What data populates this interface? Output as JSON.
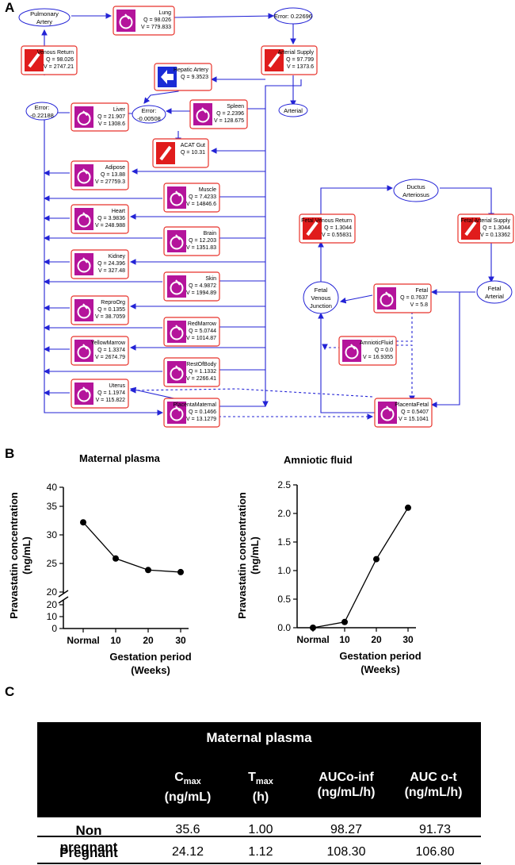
{
  "panels": {
    "a": "A",
    "b": "B",
    "c": "C"
  },
  "diagram": {
    "pulmonary_artery": "Pulmonary\nArtery",
    "lung": {
      "name": "Lung",
      "q": "Q = 98.026",
      "v": "V = 779.833"
    },
    "error_top": "Error: 0.22696",
    "venous_return": {
      "name": "Venous Return",
      "q": "Q = 98.026",
      "v": "V = 2747.21"
    },
    "arterial_supply": {
      "name": "Arterial Supply",
      "q": "Q = 97.799",
      "v": "V = 1373.6"
    },
    "hepatic_artery": {
      "name": "Hepatic Artery",
      "q": "Q = 9.3523"
    },
    "arterial": "Arterial",
    "error_left": "Error:\n-0.22188",
    "liver": {
      "name": "Liver",
      "q": "Q = 21.907",
      "v": "V = 1308.6"
    },
    "error_mid": "Error:\n-0.00508",
    "spleen": {
      "name": "Spleen",
      "q": "Q = 2.2396",
      "v": "V = 128.675"
    },
    "acat_gut": {
      "name": "ACAT Gut",
      "q": "Q = 10.31"
    },
    "adipose": {
      "name": "Adipose",
      "q": "Q = 13.88",
      "v": "V = 27759.3"
    },
    "muscle": {
      "name": "Muscle",
      "q": "Q = 7.4233",
      "v": "V = 14846.6"
    },
    "heart": {
      "name": "Heart",
      "q": "Q = 3.9836",
      "v": "V = 248.988"
    },
    "brain": {
      "name": "Brain",
      "q": "Q = 12.203",
      "v": "V = 1351.83"
    },
    "kidney": {
      "name": "Kidney",
      "q": "Q = 24.396",
      "v": "V = 327.48"
    },
    "skin": {
      "name": "Skin",
      "q": "Q = 4.9872",
      "v": "V = 1994.89"
    },
    "repro_org": {
      "name": "ReproOrg",
      "q": "Q = 0.1355",
      "v": "V = 38.7059"
    },
    "red_marrow": {
      "name": "RedMarrow",
      "q": "Q = 5.0744",
      "v": "V = 1014.87"
    },
    "yellow_marrow": {
      "name": "YellowMarrow",
      "q": "Q = 1.3374",
      "v": "V = 2674.79"
    },
    "rest_of_body": {
      "name": "RestOfBody",
      "q": "Q = 1.1332",
      "v": "V = 2266.41"
    },
    "uterus": {
      "name": "Uterus",
      "q": "Q = 1.1974",
      "v": "V = 115.822"
    },
    "placenta_maternal": {
      "name": "PlacentaMaternal",
      "q": "Q = 0.1466",
      "v": "V = 13.1279"
    },
    "ductus_arteriosus": "Ductus\nArteriosus",
    "fetal_venous_return": {
      "name": "Fetal Venous Return",
      "q": "Q = 1.3044",
      "v": "V = 0.55831"
    },
    "fetal_arterial_supply": {
      "name": "Fetal Arterial Supply",
      "q": "Q = 1.3044",
      "v": "V = 0.13362"
    },
    "fetal_arterial": "Fetal\nArterial",
    "fetal_venous_junction": "Fetal\nVenous\nJunction",
    "fetal": {
      "name": "Fetal",
      "q": "Q = 0.7637",
      "v": "V = 5.8"
    },
    "amniotic_fluid": {
      "name": "AmnioticFluid",
      "q": "Q = 0.0",
      "v": "V = 16.9355"
    },
    "placenta_fetal": {
      "name": "PlacentaFetal",
      "q": "Q = 0.5407",
      "v": "V = 15.1041"
    }
  },
  "chart_data": [
    {
      "type": "line",
      "title": "Maternal plasma",
      "categories": [
        "Normal",
        "10",
        "20",
        "30"
      ],
      "values": [
        33.3,
        26.4,
        24.2,
        23.8
      ],
      "ylabel": "Pravastatin concentration\n(ng/mL)",
      "xlabel": "Gestation period\n(Weeks)",
      "ylim": [
        0,
        40
      ],
      "axis_break": [
        20,
        20
      ],
      "yticks": [
        "0",
        "10",
        "20",
        "20",
        "25",
        "30",
        "35",
        "40"
      ],
      "grid": false
    },
    {
      "type": "line",
      "title": "Amniotic fluid",
      "categories": [
        "Normal",
        "10",
        "20",
        "30"
      ],
      "values": [
        0.0,
        0.1,
        1.2,
        2.1
      ],
      "ylabel": "Pravastatin  concentration\n(ng/mL)",
      "xlabel": "Gestation period\n(Weeks)",
      "ylim": [
        0,
        2.5
      ],
      "yticks": [
        "0.0",
        "0.5",
        "1.0",
        "1.5",
        "2.0",
        "2.5"
      ],
      "grid": false
    }
  ],
  "table": {
    "caption": "Maternal plasma",
    "headers": [
      {
        "main": "C",
        "sub": "max",
        "unit": "(ng/mL)"
      },
      {
        "main": "T",
        "sub": "max",
        "unit": "(h)"
      },
      {
        "main": "AUCo-inf",
        "sub": "",
        "unit": "(ng/mL/h)"
      },
      {
        "main": "AUC o-t",
        "sub": "",
        "unit": "(ng/mL/h)"
      }
    ],
    "rows": [
      {
        "label": "Non\npregnant",
        "cells": [
          "35.6",
          "1.00",
          "98.27",
          "91.73"
        ]
      },
      {
        "label": "Pregnant",
        "cells": [
          "24.12",
          "1.12",
          "108.30",
          "106.80"
        ]
      }
    ]
  },
  "colors": {
    "arrow": "#2323d6",
    "box_border": "#e8322a",
    "icon_magenta": "#b4149b",
    "icon_red": "#e01c1c",
    "icon_blue": "#1a2cd6"
  }
}
